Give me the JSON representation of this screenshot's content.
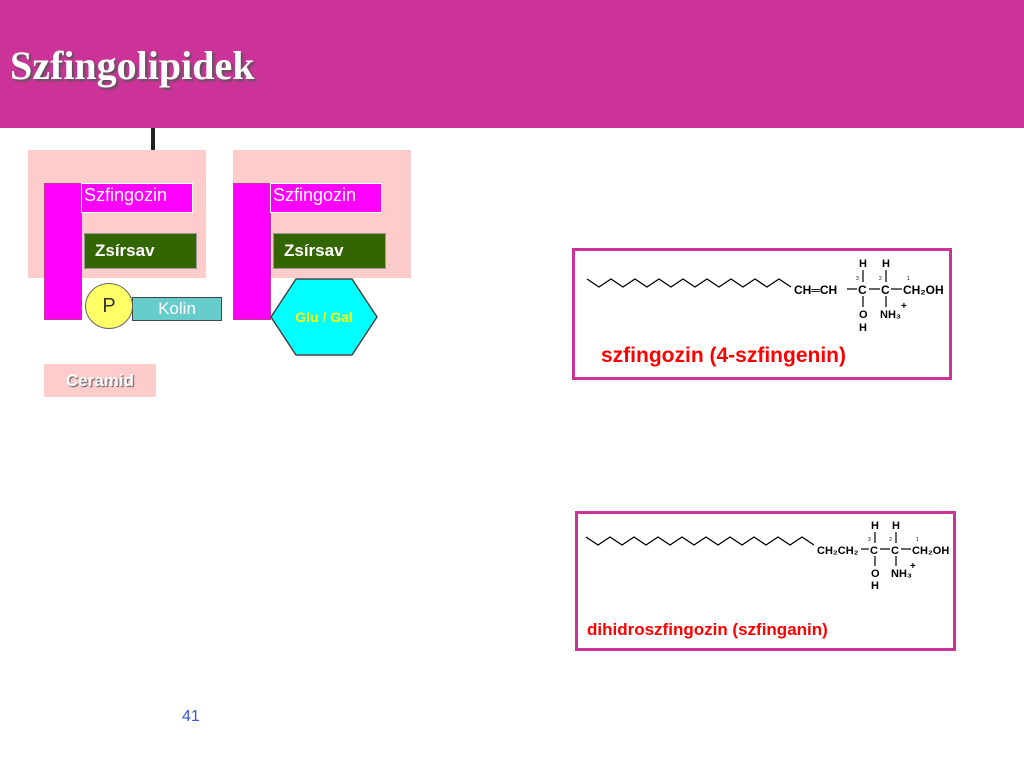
{
  "slide": {
    "title": "Szfingolipidek",
    "page_number": "41"
  },
  "left_diagram": {
    "sphingosine_label": "Szfingozin",
    "fatty_acid_label": "Zsírsav",
    "phosphate_label": "P",
    "choline_label": "Kolin",
    "ceramide_label": "Ceramid"
  },
  "right_diagram": {
    "sphingosine_label": "Szfingozin",
    "fatty_acid_label": "Zsírsav",
    "sugar_label": "Glu / Gal"
  },
  "formula_sphingosine": {
    "caption": "szfingozin (4-szfingenin)",
    "chain_text": "CH═CH",
    "c3_label": "C",
    "c2_label": "C",
    "c1_label": "CH₂OH",
    "c3_h": "H",
    "c2_h": "H",
    "c3_num": "3",
    "c2_num": "2",
    "c1_num": "1",
    "oh_o": "O",
    "oh_h": "H",
    "nh3": "NH₃",
    "plus": "+"
  },
  "formula_dihydro": {
    "caption": "dihidroszfingozin (szfinganin)",
    "chain_text": "CH₂CH₂",
    "c3_label": "C",
    "c2_label": "C",
    "c1_label": "CH₂OH",
    "c3_h": "H",
    "c2_h": "H",
    "c3_num": "3",
    "c2_num": "2",
    "c1_num": "1",
    "oh_o": "O",
    "oh_h": "H",
    "nh3": "NH₃",
    "plus": "+"
  },
  "colors": {
    "header": "#cc3399",
    "magenta": "#ff00ff",
    "pink_background": "#ffcccc",
    "fatty_acid": "#336600",
    "phosphate": "#ffff66",
    "choline": "#66cccc",
    "sugar": "#00ffff",
    "formula_caption": "#ff0000"
  }
}
